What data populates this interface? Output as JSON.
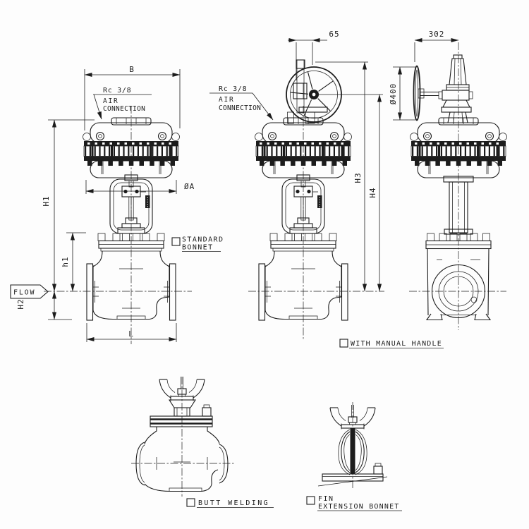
{
  "drawing": {
    "type": "technical-dimension-drawing",
    "subject": "pneumatic diaphragm actuated globe control valves",
    "colors": {
      "ink": "#1c1c1c",
      "paper": "#fdfdfd"
    },
    "dimensions": {
      "B": "B",
      "d65": "65",
      "d302": "302",
      "d400": "Ø400",
      "H1": "H1",
      "h1": "h1",
      "H2": "H2",
      "H3": "H3",
      "H4": "H4",
      "L": "L",
      "dA": "ØA"
    },
    "callouts": {
      "rc": "Rc 3/8",
      "air": "AIR",
      "connection": "CONNECTION",
      "flow": "FLOW"
    },
    "captions": {
      "standard_bonnet_line1": "STANDARD",
      "standard_bonnet_line2": "BONNET",
      "with_manual_handle": "WITH MANUAL HANDLE",
      "butt_welding": "BUTT WELDING",
      "fin_line1": "FIN",
      "fin_line2": "EXTENSION BONNET"
    }
  }
}
